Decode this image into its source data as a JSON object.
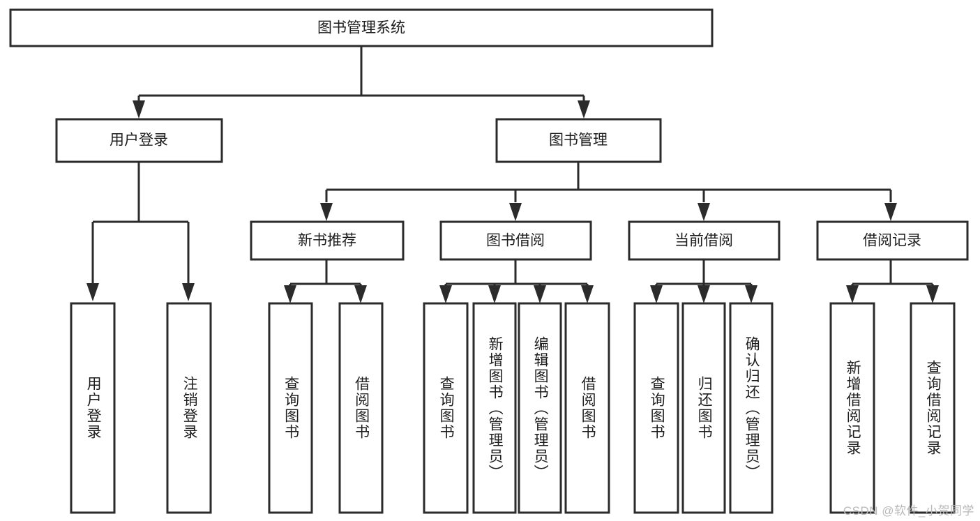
{
  "diagram": {
    "type": "tree",
    "title": "图书管理系统",
    "watermark": "CSDN @软件_小贺同学",
    "colors": {
      "stroke": "#2b2b2b",
      "box_fill": "#ffffff",
      "text": "#1d1d1d",
      "background": "#ffffff",
      "watermark": "#b9b9b9"
    },
    "levels": {
      "root": {
        "label": "图书管理系统",
        "orientation": "horizontal"
      },
      "level2": [
        {
          "label": "用户登录",
          "orientation": "horizontal"
        },
        {
          "label": "图书管理",
          "orientation": "horizontal"
        }
      ],
      "level3": [
        {
          "label": "新书推荐",
          "orientation": "horizontal"
        },
        {
          "label": "图书借阅",
          "orientation": "horizontal"
        },
        {
          "label": "当前借阅",
          "orientation": "horizontal"
        },
        {
          "label": "借阅记录",
          "orientation": "horizontal"
        }
      ],
      "leaves": {
        "user_login": [
          {
            "label": "用户登录",
            "orientation": "vertical"
          },
          {
            "label": "注销登录",
            "orientation": "vertical"
          }
        ],
        "new_book_recommend": [
          {
            "label": "查询图书",
            "orientation": "vertical"
          },
          {
            "label": "借阅图书",
            "orientation": "vertical"
          }
        ],
        "book_borrow": [
          {
            "label": "查询图书",
            "orientation": "vertical"
          },
          {
            "label": "新增图书（管理员）",
            "orientation": "vertical"
          },
          {
            "label": "编辑图书（管理员）",
            "orientation": "vertical"
          },
          {
            "label": "借阅图书",
            "orientation": "vertical"
          }
        ],
        "current_borrow": [
          {
            "label": "查询图书",
            "orientation": "vertical"
          },
          {
            "label": "归还图书",
            "orientation": "vertical"
          },
          {
            "label": "确认归还（管理员）",
            "orientation": "vertical"
          }
        ],
        "borrow_record": [
          {
            "label": "新增借阅记录",
            "orientation": "vertical"
          },
          {
            "label": "查询借阅记录",
            "orientation": "vertical"
          }
        ]
      }
    },
    "edges": [
      {
        "from": "图书管理系统",
        "to": "用户登录"
      },
      {
        "from": "图书管理系统",
        "to": "图书管理"
      },
      {
        "from": "用户登录",
        "to": "用户登录"
      },
      {
        "from": "用户登录",
        "to": "注销登录"
      },
      {
        "from": "图书管理",
        "to": "新书推荐"
      },
      {
        "from": "图书管理",
        "to": "图书借阅"
      },
      {
        "from": "图书管理",
        "to": "当前借阅"
      },
      {
        "from": "图书管理",
        "to": "借阅记录"
      },
      {
        "from": "新书推荐",
        "to": "查询图书"
      },
      {
        "from": "新书推荐",
        "to": "借阅图书"
      },
      {
        "from": "图书借阅",
        "to": "查询图书"
      },
      {
        "from": "图书借阅",
        "to": "新增图书（管理员）"
      },
      {
        "from": "图书借阅",
        "to": "编辑图书（管理员）"
      },
      {
        "from": "图书借阅",
        "to": "借阅图书"
      },
      {
        "from": "当前借阅",
        "to": "查询图书"
      },
      {
        "from": "当前借阅",
        "to": "归还图书"
      },
      {
        "from": "当前借阅",
        "to": "确认归还（管理员）"
      },
      {
        "from": "借阅记录",
        "to": "新增借阅记录"
      },
      {
        "from": "借阅记录",
        "to": "查询借阅记录"
      }
    ]
  }
}
